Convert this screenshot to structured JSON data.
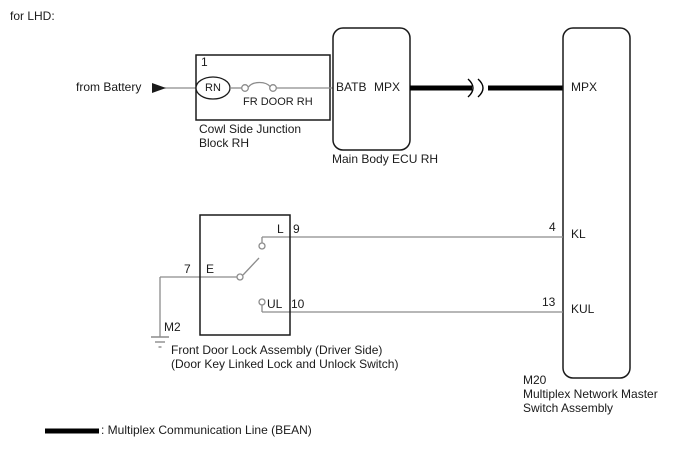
{
  "page": {
    "title": "for LHD:"
  },
  "battery": {
    "label": "from Battery"
  },
  "junction_block": {
    "pin_number": "1",
    "relay_label": "RN",
    "fuse_label": "FR DOOR RH",
    "name_line1": "Cowl Side Junction",
    "name_line2": "Block RH"
  },
  "ecu": {
    "terminal_batb": "BATB",
    "terminal_mpx": "MPX",
    "name": "Main Body ECU RH"
  },
  "master_switch": {
    "terminal_mpx": "MPX",
    "terminal_kl_pin": "4",
    "terminal_kl": "KL",
    "terminal_kul_pin": "13",
    "terminal_kul": "KUL",
    "connector_code": "M20",
    "name_line1": "Multiplex Network Master",
    "name_line2": "Switch Assembly"
  },
  "door_lock_switch": {
    "terminal_l": "L",
    "terminal_l_pin": "9",
    "terminal_ul": "UL",
    "terminal_ul_pin": "10",
    "terminal_e_pin": "7",
    "terminal_e": "E",
    "ground_code": "M2",
    "name_line1": "Front Door Lock Assembly (Driver Side)",
    "name_line2": "(Door Key Linked Lock and Unlock Switch)"
  },
  "legend": {
    "multiplex_label": ": Multiplex Communication Line (BEAN)"
  },
  "colors": {
    "wire": "#8c8c8c",
    "component": "#1a1a1a",
    "multiplex_line": "#000000"
  }
}
